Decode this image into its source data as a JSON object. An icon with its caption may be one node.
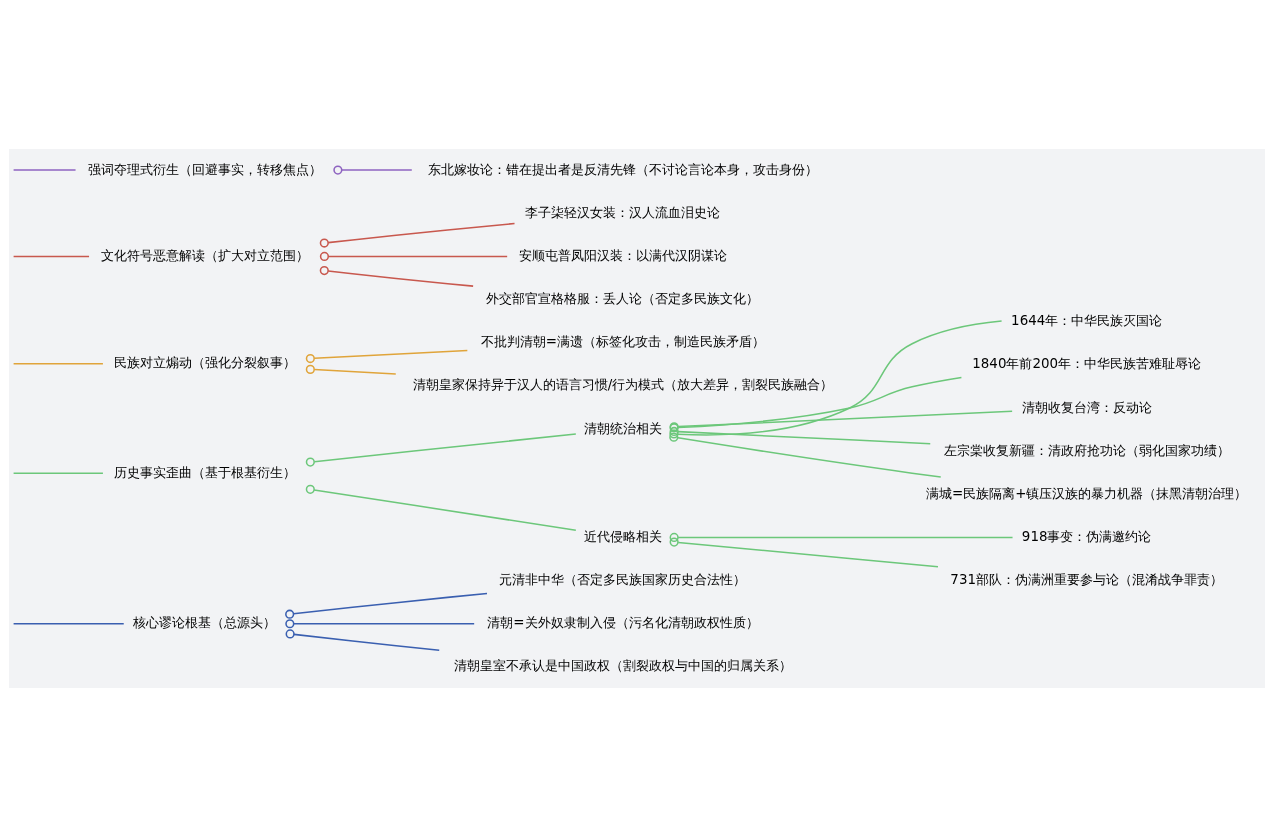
{
  "diagram": {
    "nodes": [
      {
        "text": [
          "核心谬论根基（总源头）"
        ]
      },
      {
        "text": [
          "元清非中华（否定多民族国家历史合法性）"
        ]
      },
      {
        "text": [
          "清朝=关外奴隶制入侵（污名化清朝政权性质）"
        ]
      },
      {
        "text": [
          "清朝皇室不承认是中国政权（割裂政权与中国的归属关系）"
        ]
      },
      {
        "text": [
          "历史事实歪曲（基于根基衍生）"
        ]
      },
      {
        "text": [
          "清朝统治相关"
        ]
      },
      {
        "text": [
          "1644年：中华民族灭国论"
        ]
      },
      {
        "text": [
          "1840年前200年：中华民族苦难耻辱论"
        ]
      },
      {
        "text": [
          "清朝收复台湾：反动论"
        ]
      },
      {
        "text": [
          "左宗棠收复新疆：清政府抢功论（弱化国家功绩）"
        ]
      },
      {
        "text": [
          "满城=民族隔离+镇压汉族的暴力机器（抹黑清朝治理）"
        ]
      },
      {
        "text": [
          "近代侵略相关"
        ]
      },
      {
        "text": [
          "918事变：伪满邀约论"
        ]
      },
      {
        "text": [
          "731部队：伪满洲重要参与论（混淆战争罪责）"
        ]
      },
      {
        "text": [
          "民族对立煽动（强化分裂叙事）"
        ]
      },
      {
        "text": [
          "不批判清朝=满遗（标签化攻击，制造民族矛盾）"
        ]
      },
      {
        "text": [
          "清朝皇家保持异于汉人的语言习惯/行为模式（放大差异，割裂民族融合）"
        ]
      },
      {
        "text": [
          "文化符号恶意解读（扩大对立范围）"
        ]
      },
      {
        "text": [
          "李子柒轻汉女装：汉人流血泪史论"
        ]
      },
      {
        "text": [
          "安顺屯普凤阳汉装：以满代汉阴谋论"
        ]
      },
      {
        "text": [
          "外交部官宣格格服：丢人论（否定多民族文化）"
        ]
      },
      {
        "text": [
          "强词夺理式衍生（回避事实，转移焦点）"
        ]
      },
      {
        "text": [
          "东北嫁妆论：错在提出者是反清先锋（不讨论言论本身，攻击身份）"
        ]
      }
    ],
    "edges": [
      {
        "from": null,
        "to": 0,
        "arrow": "none",
        "color": "#3a5fb0"
      },
      {
        "from": 0,
        "to": 1,
        "arrow": "other",
        "color": "#3a5fb0"
      },
      {
        "from": 0,
        "to": 2,
        "arrow": "other",
        "color": "#3a5fb0"
      },
      {
        "from": 0,
        "to": 3,
        "arrow": "other",
        "color": "#3a5fb0"
      },
      {
        "from": null,
        "to": 4,
        "arrow": "none"
      },
      {
        "from": 4,
        "to": 5,
        "arrow": "other"
      },
      {
        "from": 5,
        "to": 6,
        "arrow": "other"
      },
      {
        "from": 5,
        "to": 7,
        "arrow": "other"
      },
      {
        "from": 5,
        "to": 8,
        "arrow": "other"
      },
      {
        "from": 5,
        "to": 9,
        "arrow": "other"
      },
      {
        "from": 5,
        "to": 10,
        "arrow": "other"
      },
      {
        "from": 4,
        "to": 11,
        "arrow": "other"
      },
      {
        "from": 11,
        "to": 12,
        "arrow": "other"
      },
      {
        "from": 11,
        "to": 13,
        "arrow": "other"
      },
      {
        "from": null,
        "to": 14,
        "arrow": "none",
        "color": "#e0a43a"
      },
      {
        "from": 14,
        "to": 15,
        "arrow": "other",
        "color": "#e0a43a"
      },
      {
        "from": 14,
        "to": 16,
        "arrow": "other",
        "color": "#e0a43a"
      },
      {
        "from": null,
        "to": 17,
        "arrow": "none",
        "color": "#c8584e"
      },
      {
        "from": 17,
        "to": 18,
        "arrow": "other",
        "color": "#c8584e"
      },
      {
        "from": 17,
        "to": 19,
        "arrow": "other",
        "color": "#c8584e"
      },
      {
        "from": 17,
        "to": 20,
        "arrow": "other",
        "color": "#c8584e"
      },
      {
        "from": null,
        "to": 21,
        "arrow": "none",
        "color": "#8e63c0"
      },
      {
        "from": 21,
        "to": 22,
        "arrow": "other",
        "color": "#8e63c0"
      }
    ]
  }
}
